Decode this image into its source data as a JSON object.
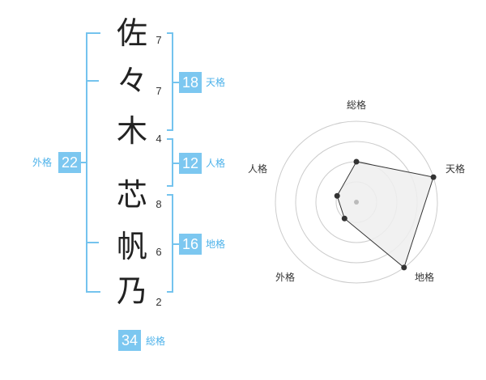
{
  "name_chars": [
    {
      "char": "佐",
      "strokes": "7"
    },
    {
      "char": "々",
      "strokes": "7"
    },
    {
      "char": "木",
      "strokes": "4"
    },
    {
      "char": "芯",
      "strokes": "8"
    },
    {
      "char": "帆",
      "strokes": "6"
    },
    {
      "char": "乃",
      "strokes": "2"
    }
  ],
  "kakusu": {
    "tenkaku": {
      "label": "天格",
      "value": "18"
    },
    "jinkaku": {
      "label": "人格",
      "value": "12"
    },
    "chikaku": {
      "label": "地格",
      "value": "16"
    },
    "gaikaku": {
      "label": "外格",
      "value": "22"
    },
    "soukaku": {
      "label": "総格",
      "value": "34"
    }
  },
  "chart_data": {
    "type": "radar",
    "axes": [
      "総格",
      "天格",
      "地格",
      "外格",
      "人格"
    ],
    "values": [
      0.5,
      1.0,
      1.0,
      0.25,
      0.25
    ],
    "rings": 4,
    "colors": {
      "fill": "#eeeeee",
      "line": "#333333",
      "grid": "#cccccc",
      "center": "#bbbbbb"
    }
  }
}
